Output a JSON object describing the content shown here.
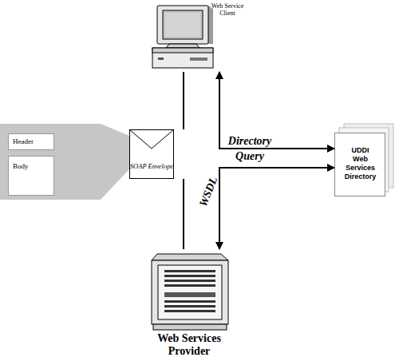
{
  "diagram": {
    "nodes": [
      {
        "text": [
          "Web Service Client"
        ]
      },
      {
        "text": [
          "Header"
        ]
      },
      {
        "text": [
          "Body"
        ]
      },
      {
        "text": [
          "SOAP Envelope"
        ]
      },
      {
        "text": [
          "UDDI Web Services Directory"
        ]
      },
      {
        "text": [
          "Web Services Provider"
        ]
      }
    ],
    "edges": [
      {
        "from": 0,
        "to": 3,
        "arrow": "none"
      },
      {
        "from": 3,
        "to": 5,
        "arrow": "none"
      },
      {
        "from": 0,
        "to": 4,
        "label": "Directory Query",
        "arrow": "both"
      },
      {
        "from": 5,
        "to": 4,
        "label": "WSDL",
        "arrow": "both"
      }
    ]
  }
}
